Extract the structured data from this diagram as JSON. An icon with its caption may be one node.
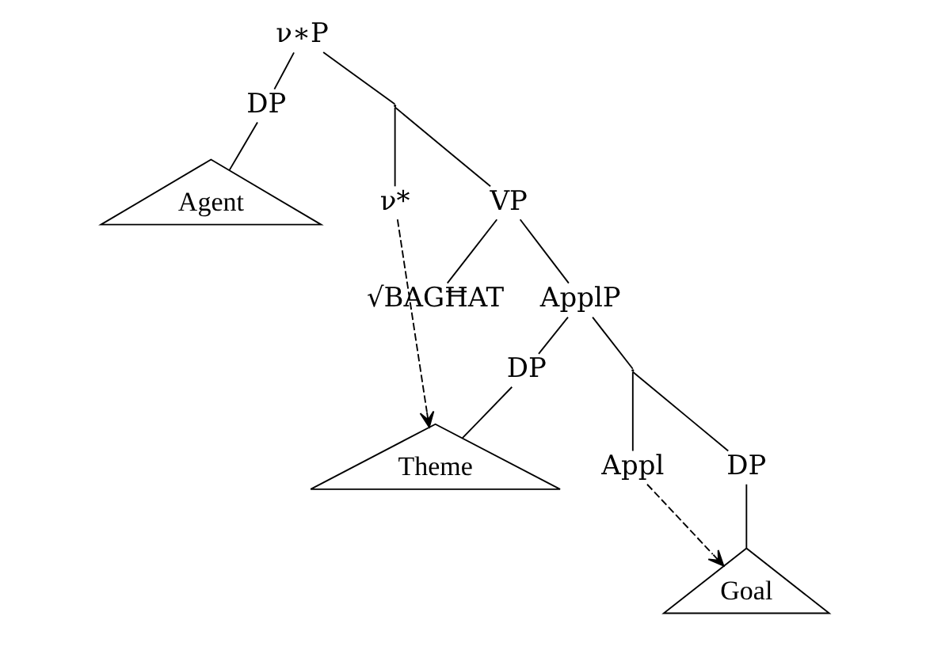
{
  "diagram": {
    "nodes": [
      {
        "text": [
          "ν∗P"
        ]
      },
      {
        "text": [
          "DP"
        ]
      },
      {
        "text": [
          "Agent"
        ]
      },
      {
        "text": [],
        "shape": "point"
      },
      {
        "text": [
          "ν*"
        ]
      },
      {
        "text": [
          "VP"
        ]
      },
      {
        "text": [
          "√BAGĦAT"
        ]
      },
      {
        "text": [
          "ApplP"
        ]
      },
      {
        "text": [
          "DP"
        ]
      },
      {
        "text": [
          "Theme"
        ]
      },
      {
        "text": [],
        "shape": "point"
      },
      {
        "text": [
          "Appl"
        ]
      },
      {
        "text": [
          "DP"
        ]
      },
      {
        "text": [
          "Goal"
        ]
      }
    ],
    "edges": [
      {
        "from": 0,
        "to": 1,
        "arrow": "none"
      },
      {
        "from": 0,
        "to": 3,
        "arrow": "none"
      },
      {
        "from": 3,
        "to": 4,
        "arrow": "none"
      },
      {
        "from": 3,
        "to": 5,
        "arrow": "none"
      },
      {
        "from": 1,
        "to": 2,
        "arrow": "none"
      },
      {
        "from": 5,
        "to": 6,
        "arrow": "none"
      },
      {
        "from": 5,
        "to": 7,
        "arrow": "none"
      },
      {
        "from": 7,
        "to": 8,
        "arrow": "none"
      },
      {
        "from": 7,
        "to": 10,
        "arrow": "none"
      },
      {
        "from": 10,
        "to": 11,
        "arrow": "none"
      },
      {
        "from": 10,
        "to": 12,
        "arrow": "none"
      },
      {
        "from": 8,
        "to": 9,
        "arrow": "none"
      },
      {
        "from": 12,
        "to": 13,
        "arrow": "none"
      },
      {
        "from": 4,
        "to": 9,
        "arrow": "to",
        "style": "dashed"
      },
      {
        "from": 11,
        "to": 13,
        "arrow": "to",
        "style": "dashed"
      }
    ]
  }
}
